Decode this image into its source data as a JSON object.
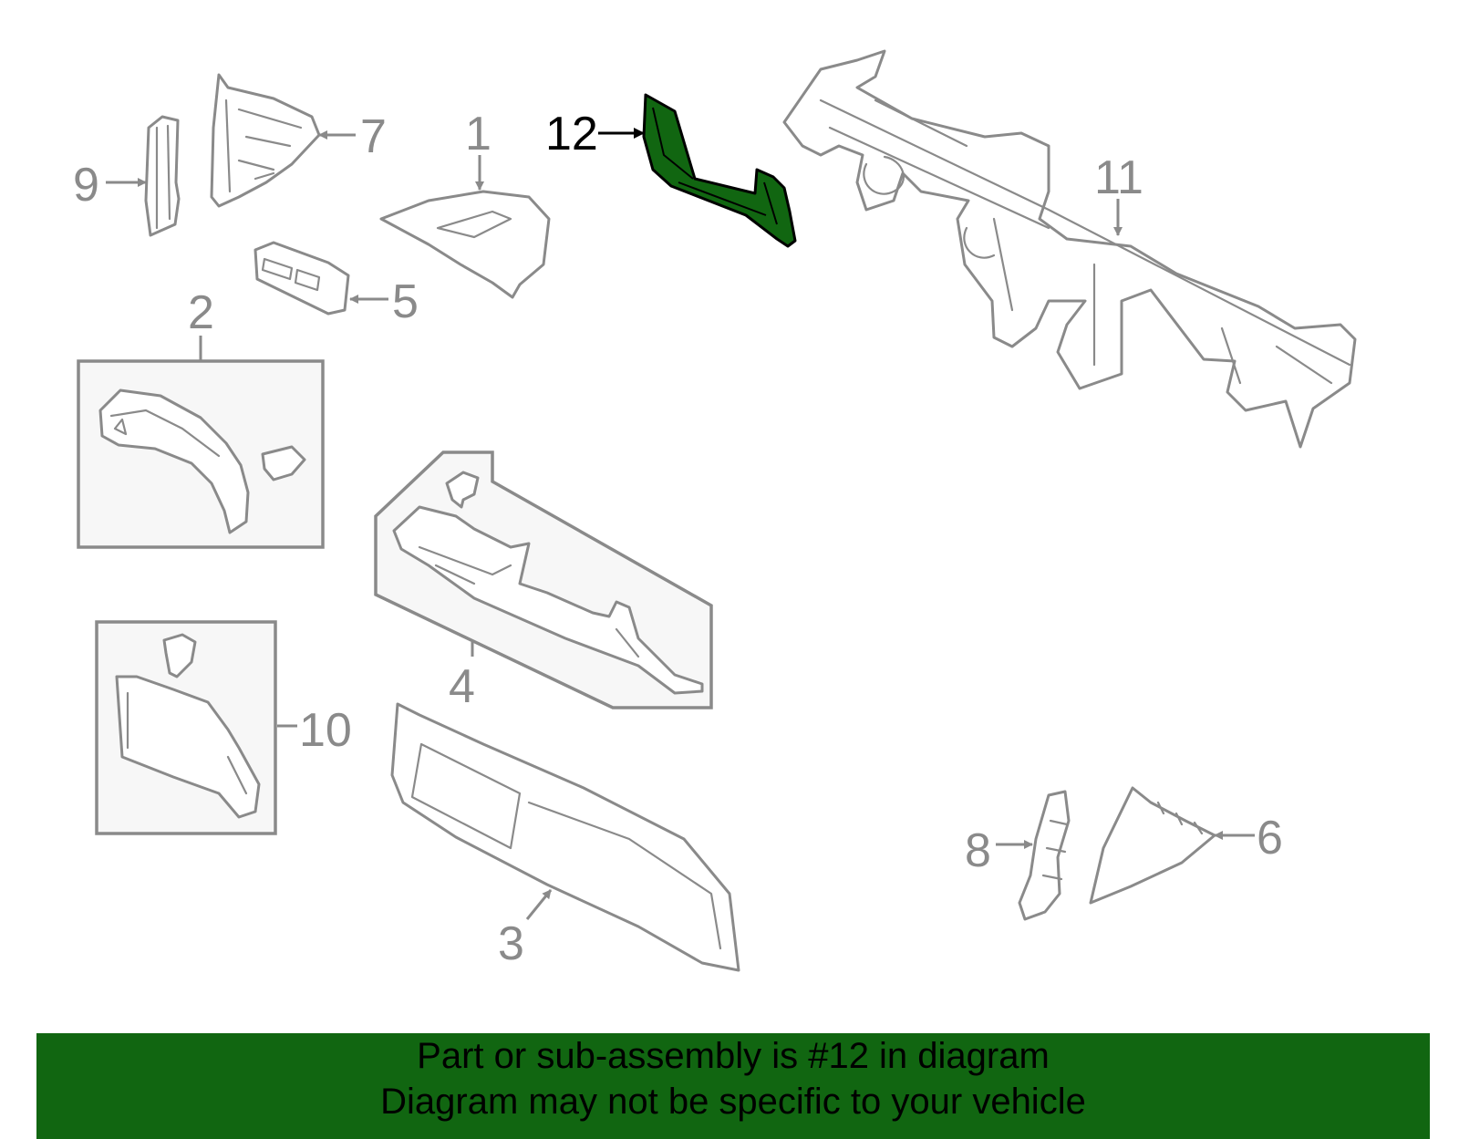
{
  "diagram": {
    "highlight_color": "#116611",
    "callouts": {
      "c1": "1",
      "c2": "2",
      "c3": "3",
      "c4": "4",
      "c5": "5",
      "c6": "6",
      "c7": "7",
      "c8": "8",
      "c9": "9",
      "c10": "10",
      "c11": "11",
      "c12": "12"
    }
  },
  "banner": {
    "line1": "Part or sub-assembly is #12 in diagram",
    "line2": "Diagram may not be specific to your vehicle",
    "background": "#116611"
  }
}
